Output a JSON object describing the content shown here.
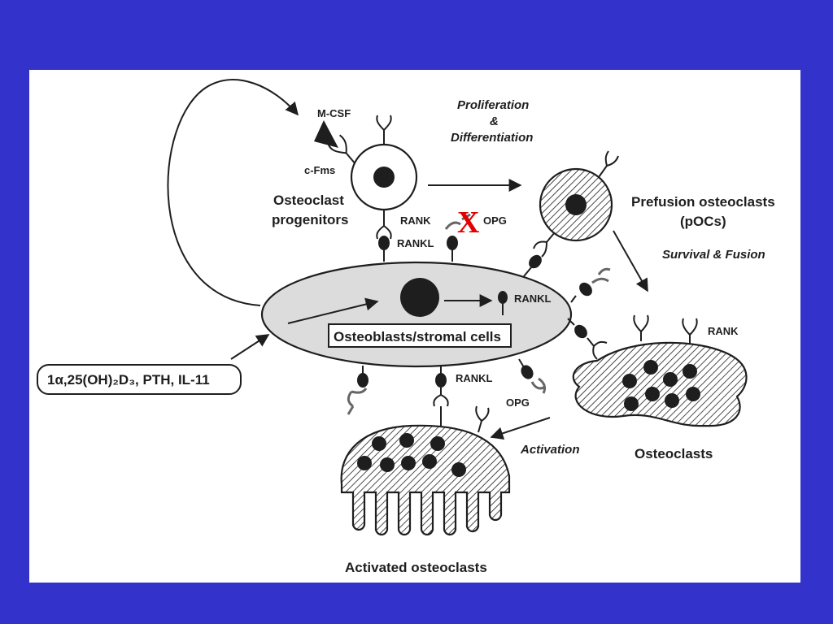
{
  "colors": {
    "background": "#3333cc",
    "panel": "#ffffff",
    "ink": "#1e1e1e",
    "stromal_fill": "#dcdcdc",
    "block_mark": "#e00000"
  },
  "diagram": {
    "labels": {
      "mcsf": "M-CSF",
      "cfms": "c-Fms",
      "progenitors_line1": "Osteoclast",
      "progenitors_line2": "progenitors",
      "proliferation_line1": "Proliferation",
      "proliferation_line2": "&",
      "proliferation_line3": "Differentiation",
      "rank_top": "RANK",
      "rankl_top": "RANKL",
      "opg_top": "OPG",
      "block_mark": "X",
      "prefusion_line1": "Prefusion osteoclasts",
      "prefusion_line2": "(pOCs)",
      "survival_fusion": "Survival & Fusion",
      "rankl_center": "RANKL",
      "stromal": "Osteoblasts/stromal cells",
      "rank_right": "RANK",
      "hormones": "1α,25(OH)₂D₃, PTH, IL-11",
      "rankl_bottom": "RANKL",
      "opg_bottom": "OPG",
      "activation": "Activation",
      "osteoclasts": "Osteoclasts",
      "activated": "Activated osteoclasts"
    }
  }
}
